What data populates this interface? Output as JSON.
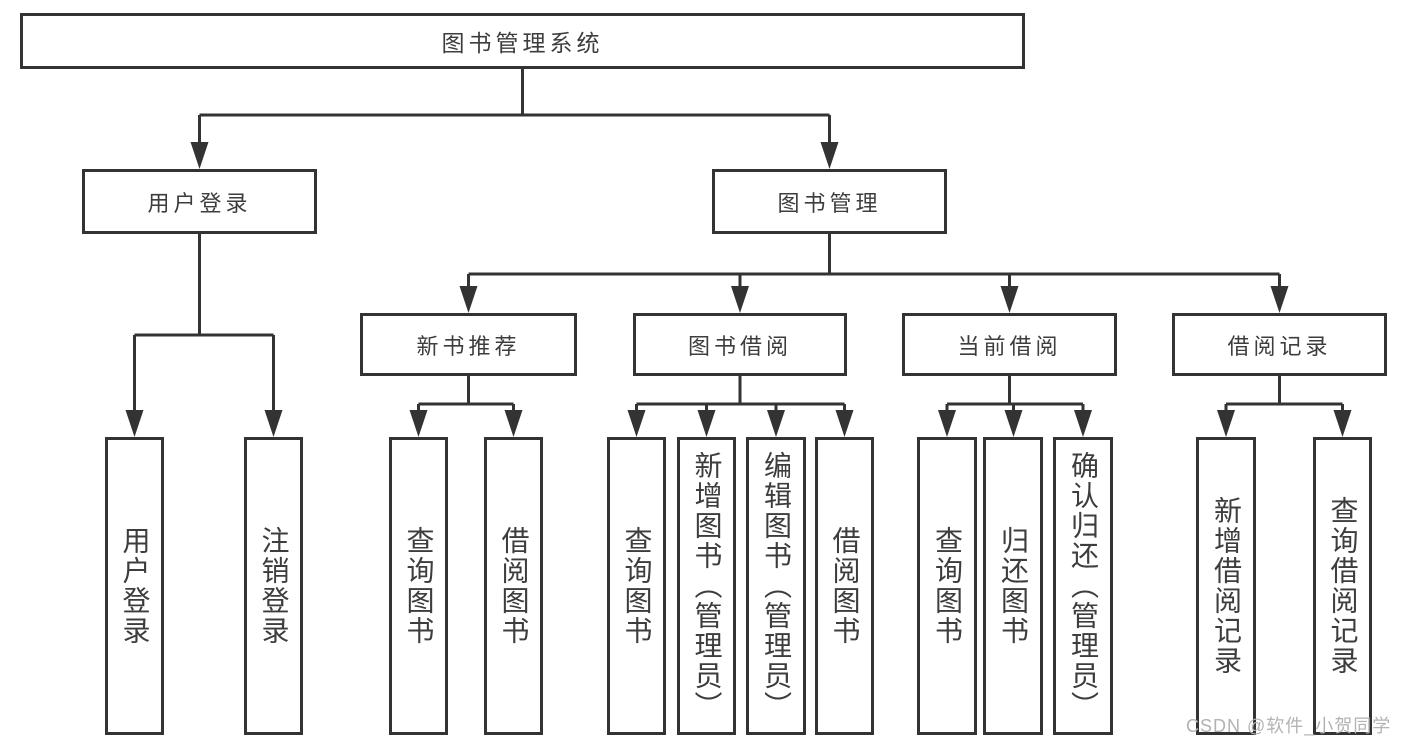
{
  "diagram": {
    "title": "图书管理系统",
    "level2": {
      "user_login": "用户登录",
      "book_mgmt": "图书管理"
    },
    "level3": {
      "new_books": "新书推荐",
      "book_borrow": "图书借阅",
      "current_borrow": "当前借阅",
      "borrow_records": "借阅记录"
    },
    "leaves": {
      "user_login": [
        "用户登录",
        "注销登录"
      ],
      "new_books": [
        "查询图书",
        "借阅图书"
      ],
      "book_borrow": [
        "查询图书",
        "新增图书（管理员）",
        "编辑图书（管理员）",
        "借阅图书"
      ],
      "current_borrow": [
        "查询图书",
        "归还图书",
        "确认归还（管理员）"
      ],
      "borrow_records": [
        "新增借阅记录",
        "查询借阅记录"
      ]
    }
  },
  "watermark": "CSDN @软件_小贺同学",
  "colors": {
    "line": "#333333",
    "text": "#3d3d3d",
    "watermark": "#b3b3b3",
    "background": "#ffffff"
  }
}
